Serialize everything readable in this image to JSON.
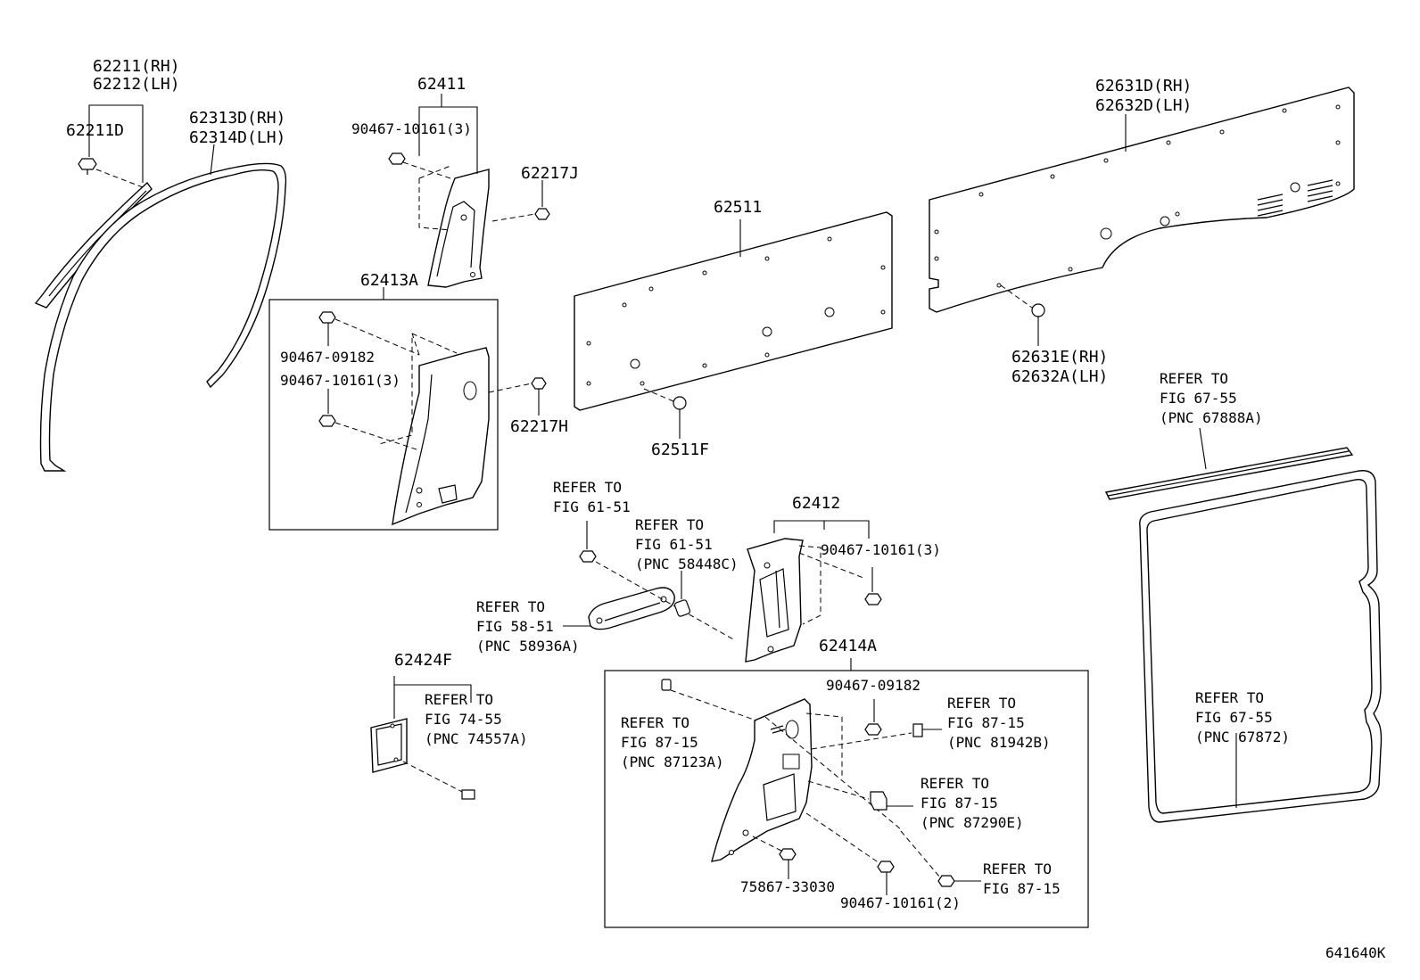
{
  "labels": {
    "p62211": "62211(RH)",
    "p62212": "62212(LH)",
    "p62211D": "62211D",
    "p62313D": "62313D(RH)",
    "p62314D": "62314D(LH)",
    "p62411": "62411",
    "p90467_10161_3a": "90467-10161(3)",
    "p62217J": "62217J",
    "p62413A": "62413A",
    "p90467_09182a": "90467-09182",
    "p90467_10161_3b": "90467-10161(3)",
    "p62217H": "62217H",
    "p62511": "62511",
    "p62511F": "62511F",
    "p62631D": "62631D(RH)",
    "p62632D": "62632D(LH)",
    "p62631E": "62631E(RH)",
    "p62632A": "62632A(LH)",
    "ref_67888A_1": "REFER TO",
    "ref_67888A_2": "FIG 67-55",
    "ref_67888A_3": "(PNC 67888A)",
    "ref_6151a_1": "REFER TO",
    "ref_6151a_2": "FIG 61-51",
    "ref_58448C_1": "REFER TO",
    "ref_58448C_2": "FIG 61-51",
    "ref_58448C_3": "(PNC 58448C)",
    "p62412": "62412",
    "p90467_10161_3c": "90467-10161(3)",
    "ref_58936A_1": "REFER TO",
    "ref_58936A_2": "FIG 58-51",
    "ref_58936A_3": "(PNC 58936A)",
    "p62414A": "62414A",
    "p62424F": "62424F",
    "ref_74557A_1": "REFER TO",
    "ref_74557A_2": "FIG 74-55",
    "ref_74557A_3": "(PNC 74557A)",
    "p90467_09182b": "90467-09182",
    "ref_81942B_1": "REFER TO",
    "ref_81942B_2": "FIG 87-15",
    "ref_81942B_3": "(PNC 81942B)",
    "ref_87123A_1": "REFER TO",
    "ref_87123A_2": "FIG 87-15",
    "ref_87123A_3": "(PNC 87123A)",
    "ref_87290E_1": "REFER TO",
    "ref_87290E_2": "FIG 87-15",
    "ref_87290E_3": "(PNC 87290E)",
    "p75867_33030": "75867-33030",
    "p90467_10161_2": "90467-10161(2)",
    "ref_8715_1": "REFER TO",
    "ref_8715_2": "FIG 87-15",
    "ref_67872_1": "REFER TO",
    "ref_67872_2": "FIG 67-55",
    "ref_67872_3": "(PNC 67872)",
    "diagram_code": "641640K"
  }
}
